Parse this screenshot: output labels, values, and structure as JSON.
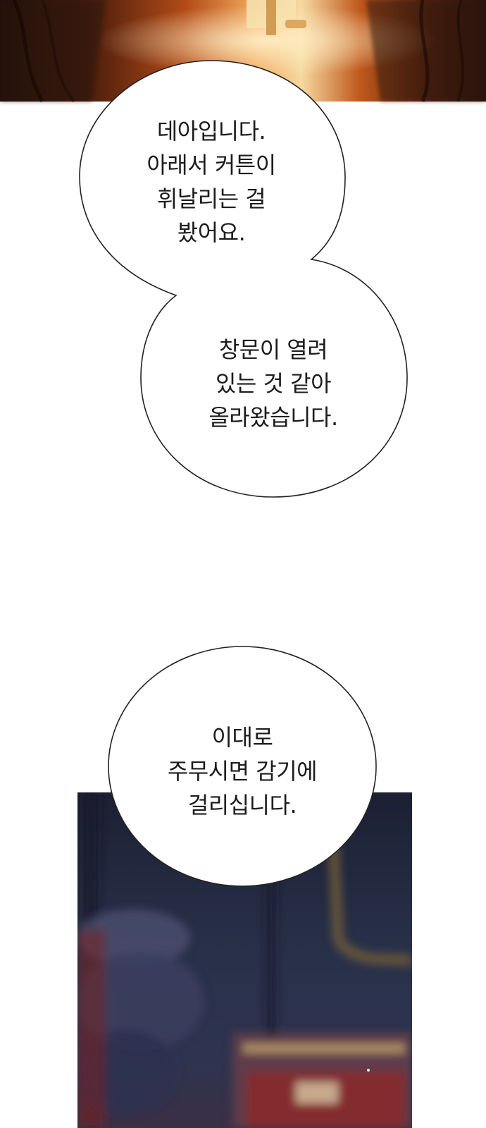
{
  "panels": {
    "top_panel": {
      "palette": [
        "#2a120a",
        "#7a2c0c",
        "#c7561a",
        "#e8a25a",
        "#f3d79a"
      ]
    },
    "bottom_panel": {
      "palette": [
        "#1c2235",
        "#2b3552",
        "#3b4569",
        "#6a4a66",
        "#8c2a2a",
        "#c8a05a"
      ]
    }
  },
  "speech_bubbles": [
    {
      "lines": [
        "데아입니다.",
        "아래서 커튼이",
        "휘날리는 걸",
        "봤어요."
      ]
    },
    {
      "lines": [
        "창문이 열려",
        "있는 것 같아",
        "올라왔습니다."
      ]
    },
    {
      "lines": [
        "이대로",
        "주무시면 감기에",
        "걸리십니다."
      ]
    }
  ]
}
